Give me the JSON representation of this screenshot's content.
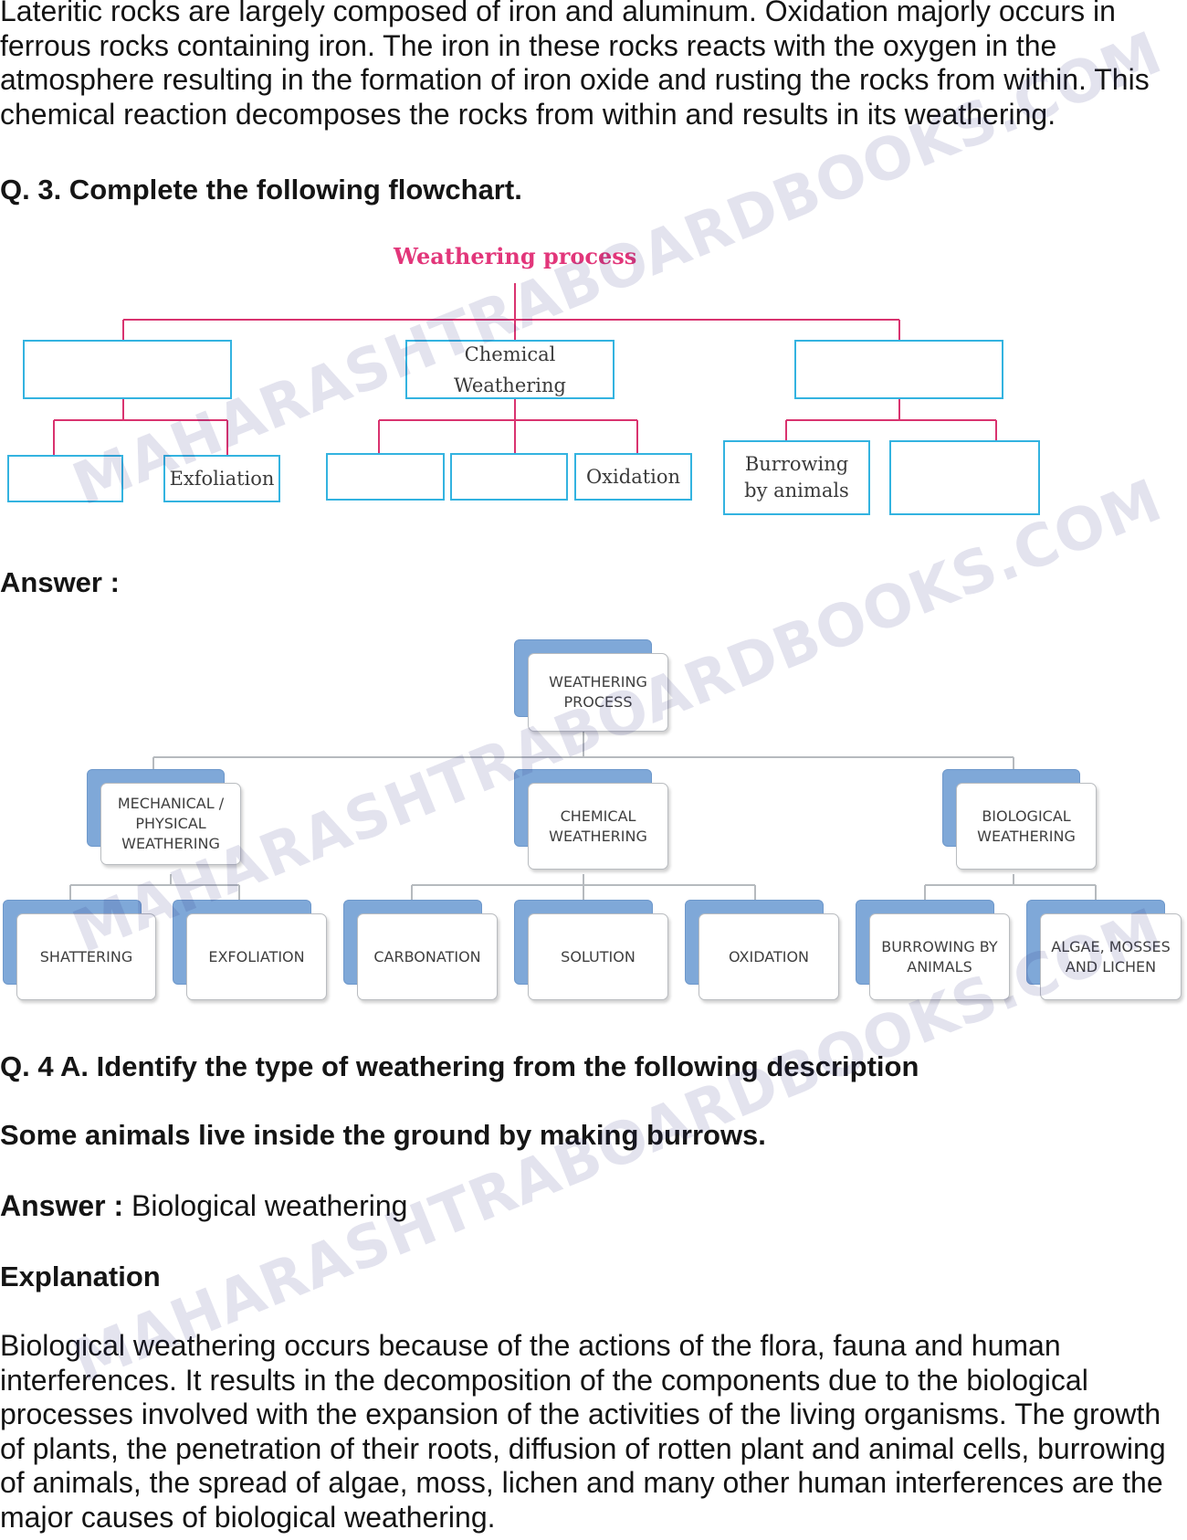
{
  "intro_paragraph": "Lateritic rocks are largely composed of iron and aluminum. Oxidation majorly occurs in ferrous rocks containing iron. The iron in these rocks reacts with the oxygen in the atmosphere resulting in the formation of iron oxide and rusting the rocks from within. This chemical reaction decomposes the rocks from within and results in its weathering.",
  "q3": {
    "heading": "Q. 3. Complete the following flowchart.",
    "chart": {
      "title": "Weathering process",
      "level1": [
        "",
        "Chemical Weathering",
        ""
      ],
      "level2": [
        "",
        "Exfoliation",
        "",
        "",
        "Oxidation",
        "Burrowing by animals",
        ""
      ]
    },
    "answer_label": "Answer :",
    "answer_chart": {
      "root": "WEATHERING PROCESS",
      "level1": [
        "MECHANICAL / PHYSICAL WEATHERING",
        "CHEMICAL WEATHERING",
        "BIOLOGICAL WEATHERING"
      ],
      "level2": [
        "SHATTERING",
        "EXFOLIATION",
        "CARBONATION",
        "SOLUTION",
        "OXIDATION",
        "BURROWING BY ANIMALS",
        "ALGAE, MOSSES AND LICHEN"
      ]
    }
  },
  "q4": {
    "heading": "Q. 4 A. Identify the type of weathering from the following description",
    "description": "Some animals live inside the ground by making burrows.",
    "answer_label": "Answer :",
    "answer_value": " Biological weathering",
    "explanation_heading": "Explanation",
    "explanation": "Biological weathering occurs because of the actions of the flora, fauna and human interferences. It results in the decomposition of the components due to the biological processes involved with the expansion of the activities of the living organisms. The growth of plants, the penetration of their roots, diffusion of rotten plant and animal cells, burrowing of animals, the spread of algae, moss, lichen and many other human interferences are the major causes of biological weathering."
  },
  "watermark": "MAHARASHTRABOARDBOOKS.COM",
  "colors": {
    "question_border": "#33b3e0",
    "question_lines": "#d9336f",
    "title_pink": "#e2367a",
    "answer_back": "#7fa8d8"
  }
}
